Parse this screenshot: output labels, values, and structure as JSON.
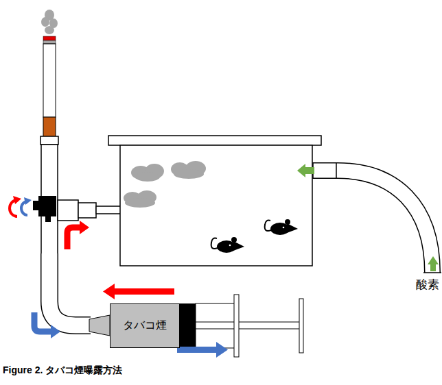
{
  "diagram": {
    "caption": "Figure 2. タバコ煙曝露方法",
    "nodes": [
      {
        "text": [
          "タバコ煙"
        ]
      }
    ],
    "edges": [],
    "labels": [
      "酸素"
    ]
  }
}
